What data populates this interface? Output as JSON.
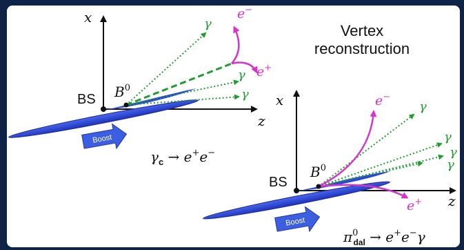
{
  "title": {
    "line1": "Vertex",
    "line2": "reconstruction"
  },
  "colors": {
    "frame": "#0f2347",
    "panel": "#ffffff",
    "beam": "#2b47d8",
    "gamma": "#1f9d2f",
    "lepton": "#d633c9",
    "boost_arrow": "#3b5fe0"
  },
  "diagram1": {
    "axis_x": "x",
    "axis_z": "z",
    "bs_label": "BS",
    "b0_label": "B",
    "b0_sup": "0",
    "boost_label": "Boost",
    "gamma_labels": [
      "γ",
      "γ",
      "γ"
    ],
    "electron_label": "e",
    "electron_sup": "−",
    "positron_label": "e",
    "positron_sup": "+",
    "process": {
      "gamma": "γ",
      "sub": "c",
      "rest": " → e",
      "sup1": "+",
      "e2": "e",
      "sup2": "−"
    }
  },
  "diagram2": {
    "axis_x": "x",
    "axis_z": "z",
    "bs_label": "BS",
    "b0_label": "B",
    "b0_sup": "0",
    "boost_label": "Boost",
    "gamma_labels": [
      "γ",
      "γ",
      "γ",
      "γ"
    ],
    "electron_label": "e",
    "electron_sup": "−",
    "positron_label": "e",
    "positron_sup": "+",
    "process": {
      "pi": "π",
      "sup0": "0",
      "sub": "dal",
      "rest": " → e",
      "sup1": "+",
      "e2": "e",
      "sup2": "−",
      "tail": "γ"
    }
  }
}
